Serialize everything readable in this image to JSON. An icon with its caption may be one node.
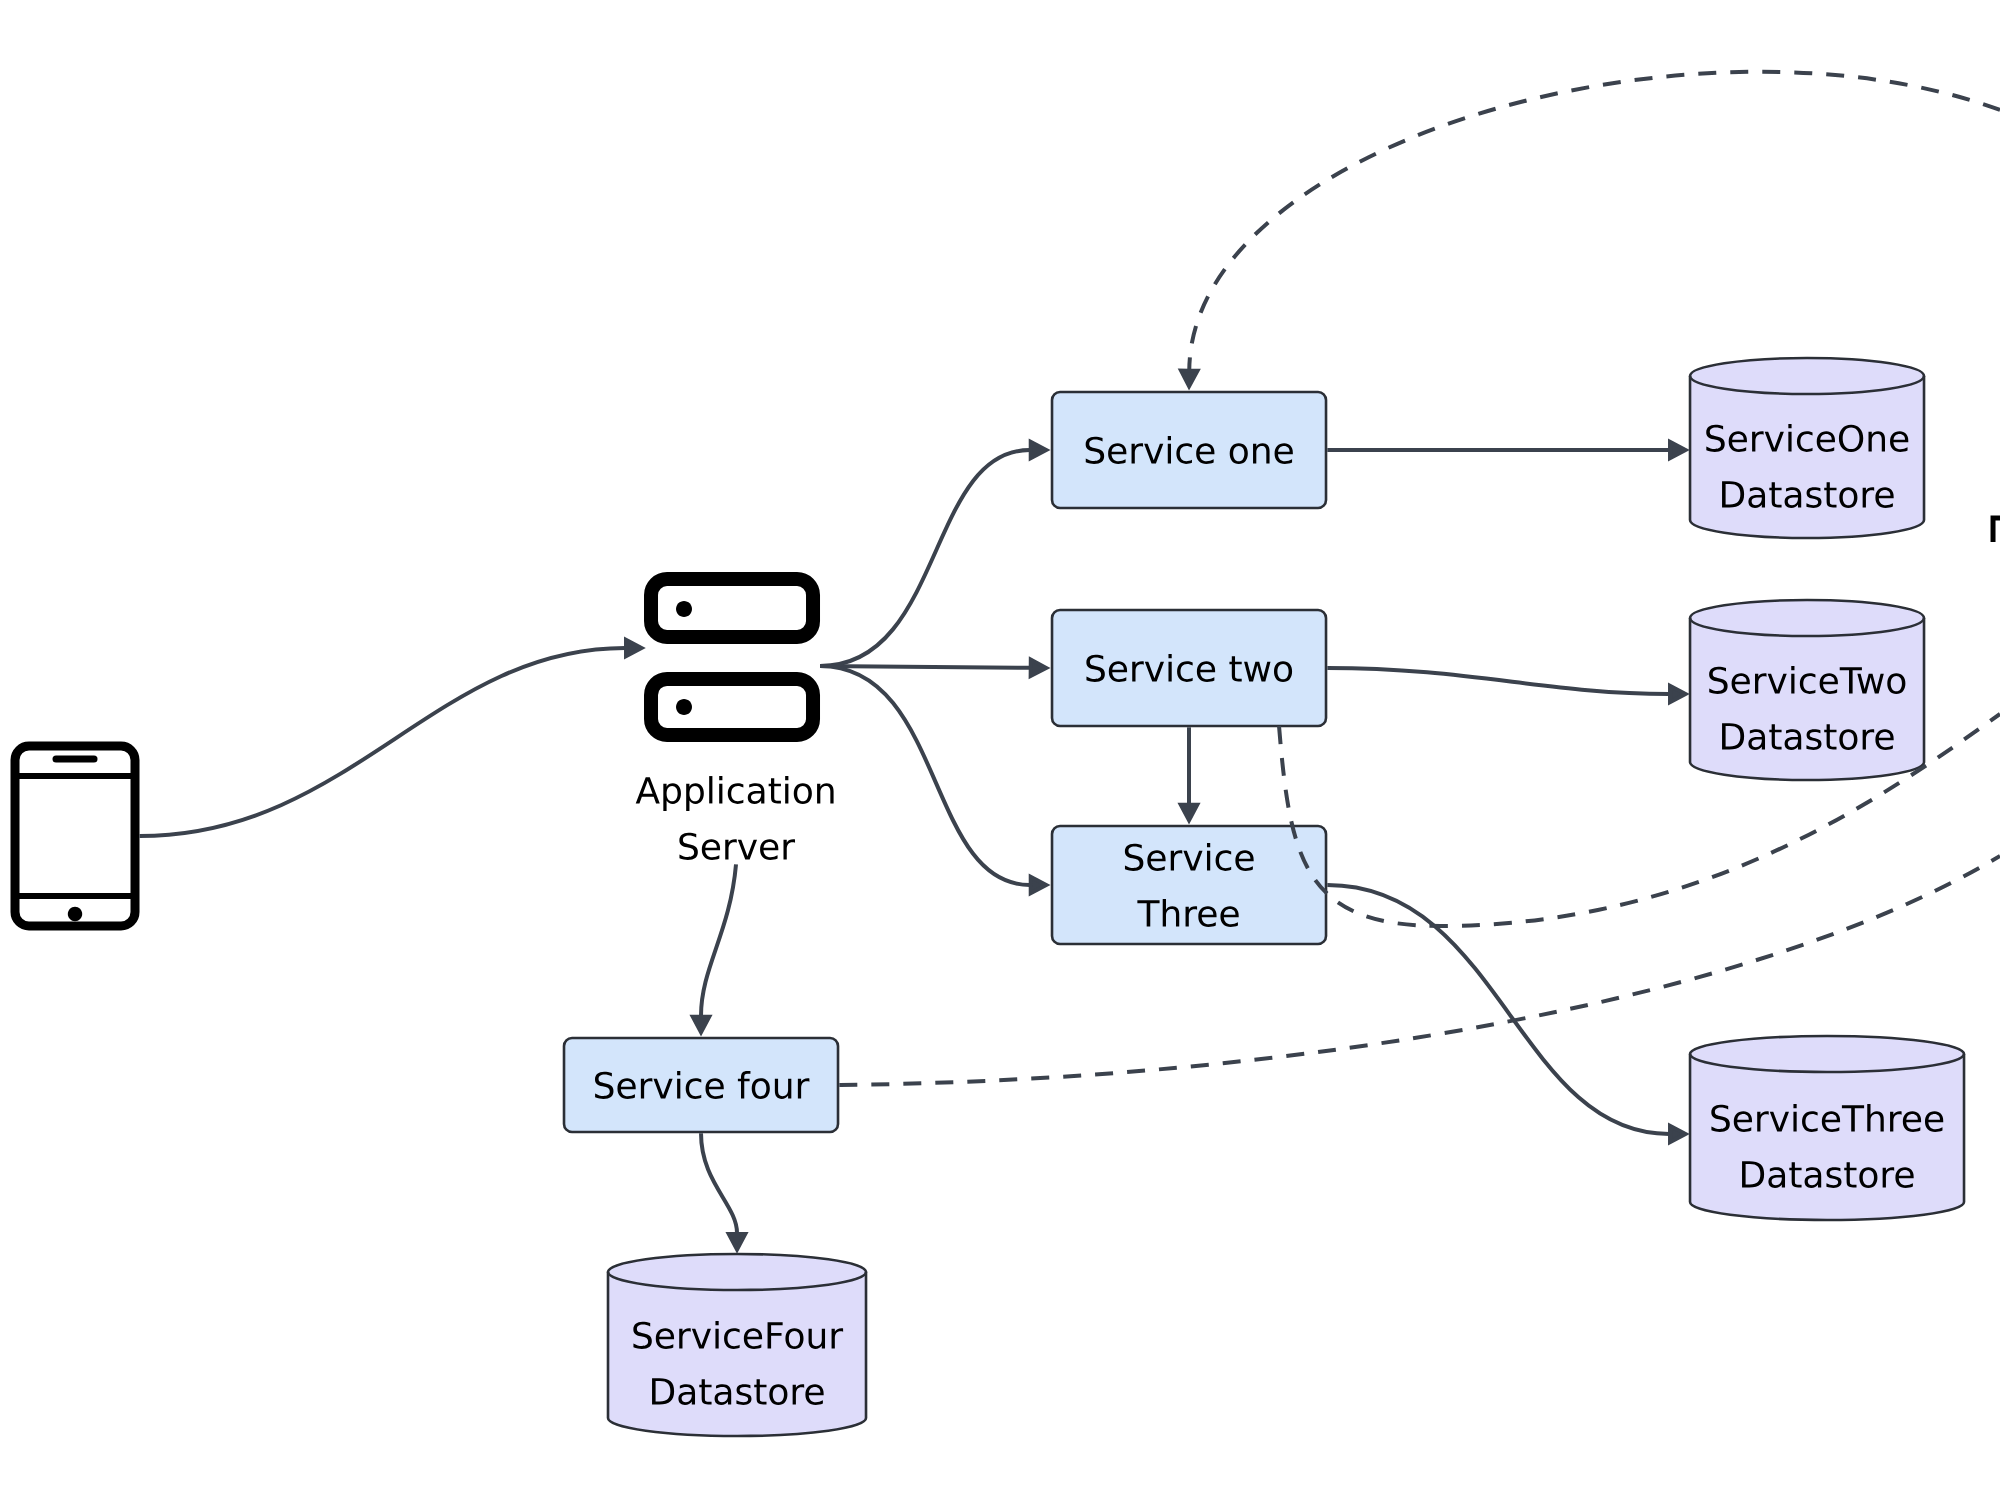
{
  "diagram": {
    "nodes": [
      {
        "text": [],
        "shape": "picture"
      },
      {
        "text": [
          "Application Server"
        ]
      },
      {
        "text": [
          "Service one"
        ]
      },
      {
        "text": [
          "ServiceOne Datastore"
        ]
      },
      {
        "text": [
          "Service two"
        ]
      },
      {
        "text": [
          "ServiceTwo Datastore"
        ]
      },
      {
        "text": [
          "Service Three"
        ]
      },
      {
        "text": [
          "ServiceThree Datastore"
        ]
      },
      {
        "text": [
          "Service four"
        ]
      },
      {
        "text": [
          "ServiceFour Datastore"
        ]
      }
    ],
    "edges": [
      {
        "from": 0,
        "to": 1,
        "arrow": "to"
      },
      {
        "from": 1,
        "to": 2,
        "arrow": "to"
      },
      {
        "from": 1,
        "to": 4,
        "arrow": "to"
      },
      {
        "from": 1,
        "to": 6,
        "arrow": "to"
      },
      {
        "from": 1,
        "to": 8,
        "arrow": "to"
      },
      {
        "from": 2,
        "to": 3,
        "arrow": "to"
      },
      {
        "from": 4,
        "to": 5,
        "arrow": "to"
      },
      {
        "from": 4,
        "to": 6,
        "arrow": "to"
      },
      {
        "from": 6,
        "to": 7,
        "arrow": "to"
      },
      {
        "from": 8,
        "to": 9,
        "arrow": "to"
      },
      {
        "from": null,
        "to": 2,
        "arrow": "to",
        "style": "dashed"
      },
      {
        "from": 4,
        "to": null,
        "arrow": "none",
        "style": "dashed"
      },
      {
        "from": 8,
        "to": null,
        "arrow": "none",
        "style": "dashed"
      }
    ]
  }
}
